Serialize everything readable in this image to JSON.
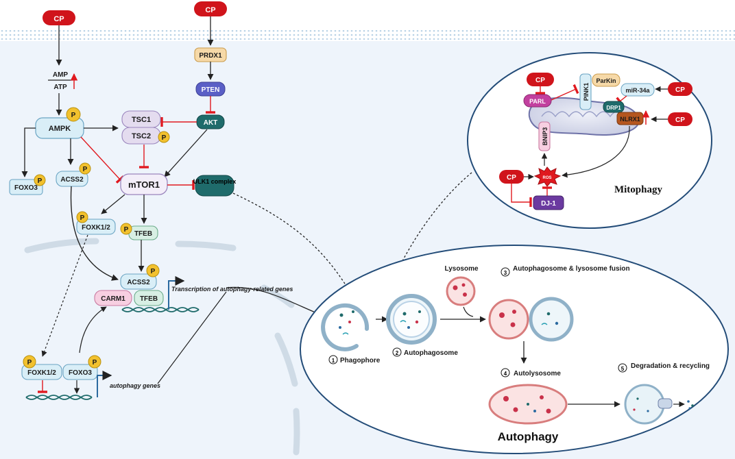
{
  "cp": "CP",
  "ratio": {
    "top": "AMP",
    "bottom": "ATP"
  },
  "nodes": {
    "ampk": "AMPK",
    "prdx1": "PRDX1",
    "pten": "PTEN",
    "akt": "AKT",
    "tsc1": "TSC1",
    "tsc2": "TSC2",
    "mtor1": "mTOR1",
    "ulk1": "ULK1 complex",
    "foxo3": "FOXO3",
    "acss2": "ACSS2",
    "foxk12": "FOXK1/2",
    "tfeb": "TFEB",
    "carm1": "CARM1",
    "phospho": "P"
  },
  "transcription_text": "Transcription of autophagy-related genes",
  "autophagy_genes_text": "autophagy genes",
  "mitophagy": {
    "title": "Mitophagy",
    "parl": "PARL",
    "pink1": "PINK1",
    "parkin": "ParKin",
    "mir34a": "miR-34a",
    "drp1": "DRP1",
    "nlrx1": "NLRX1",
    "bnip3": "BNIP3",
    "ros": "ROS",
    "dj1": "DJ-1"
  },
  "autophagy": {
    "title": "Autophagy",
    "lysosome": "Lysosome",
    "steps": [
      {
        "num": "1",
        "label": "Phagophore"
      },
      {
        "num": "2",
        "label": "Autophagosome"
      },
      {
        "num": "3",
        "label": "Autophagosome & lysosome fusion"
      },
      {
        "num": "4",
        "label": "Autolysosome"
      },
      {
        "num": "5",
        "label": "Degradation & recycling"
      }
    ]
  },
  "colors": {
    "cp": "#d0141b",
    "inhibit": "#e0191f",
    "ampk_fill": "#d9eef7",
    "tsc_fill": "#e4dcef",
    "pten_fill": "#5a5fc6",
    "akt_fill": "#1f6b6b",
    "ulk_fill": "#1f6b6b",
    "phospho": "#f2c12e",
    "tfeb_fill": "#d8efe4",
    "carm_fill": "#f7cfe1",
    "prdx_fill": "#f6d9a8"
  }
}
